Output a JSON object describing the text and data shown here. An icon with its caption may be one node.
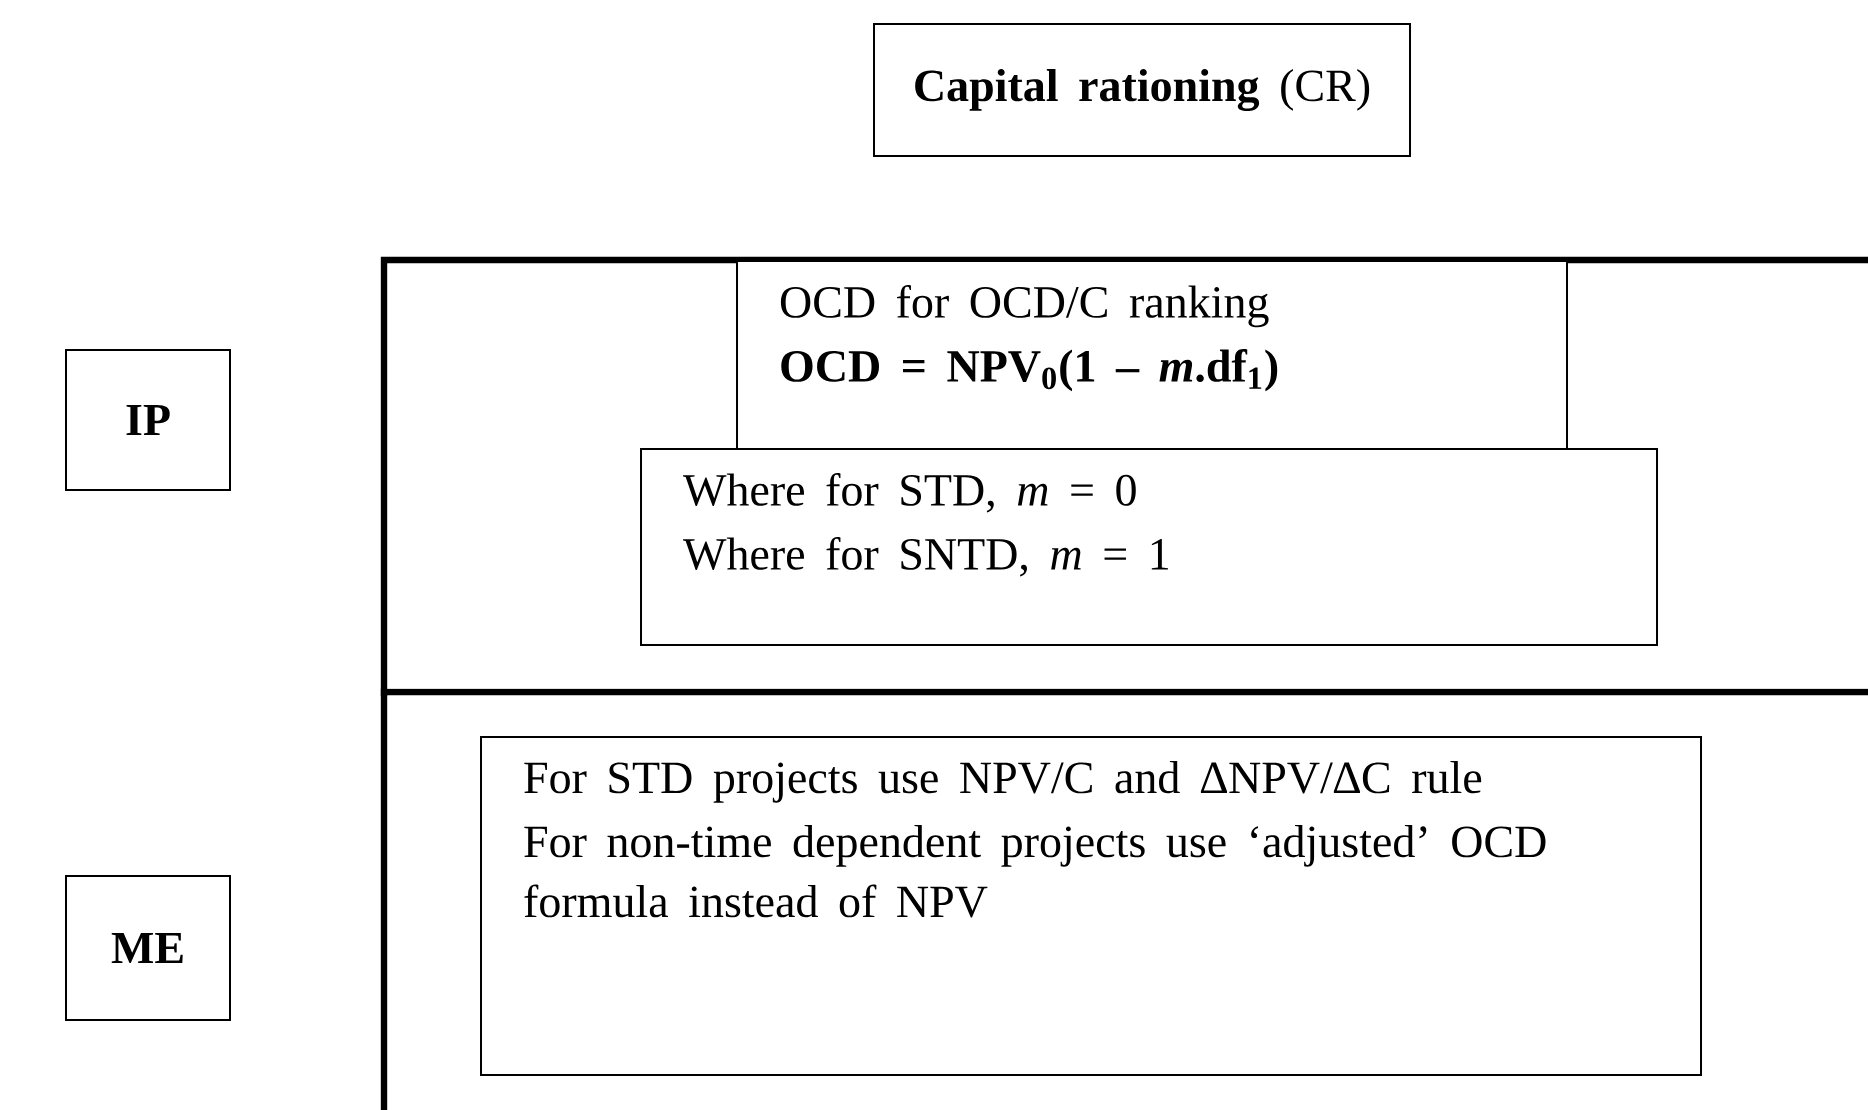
{
  "diagram": {
    "nodes": [
      {
        "text": [
          "**Capital rationing** (CR)"
        ]
      },
      {
        "text": [
          "IP"
        ]
      },
      {
        "text": [],
        "shape": "box"
      },
      {
        "text": [
          "OCD for OCD/C ranking",
          "OCD = NPV$_{0}$(1 – *m*.df$_{1}$)"
        ],
        "in": 2
      },
      {
        "text": [
          "Where for STD, *m* = 0",
          "Where for SNTD, *m* = 1"
        ],
        "in": 2
      },
      {
        "text": [
          "ME"
        ]
      },
      {
        "text": [],
        "shape": "box"
      },
      {
        "text": [
          "For STD projects use NPV/C and ∆NPV/∆C rule",
          "For non-time dependent projects use ‘adjusted’ OCD formula instead of NPV"
        ],
        "in": 6
      }
    ]
  }
}
